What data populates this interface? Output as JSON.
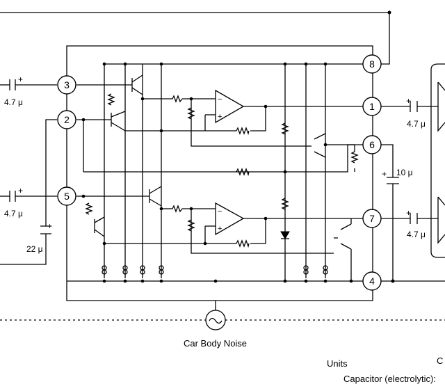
{
  "pins": {
    "p1": "1",
    "p2": "2",
    "p3": "3",
    "p4": "4",
    "p5": "5",
    "p6": "6",
    "p7": "7",
    "p8": "8"
  },
  "capacitors": {
    "c_in3": "4.7 μ",
    "c_in5": "4.7 μ",
    "c_22": "22 μ",
    "c_10": "10 μ",
    "c_out1": "4.7 μ",
    "c_out7": "4.7 μ"
  },
  "labels": {
    "car_body_noise": "Car Body Noise",
    "units": "Units",
    "capacitor_electrolytic": "Capacitor (electrolytic):",
    "cut_c": "C"
  }
}
